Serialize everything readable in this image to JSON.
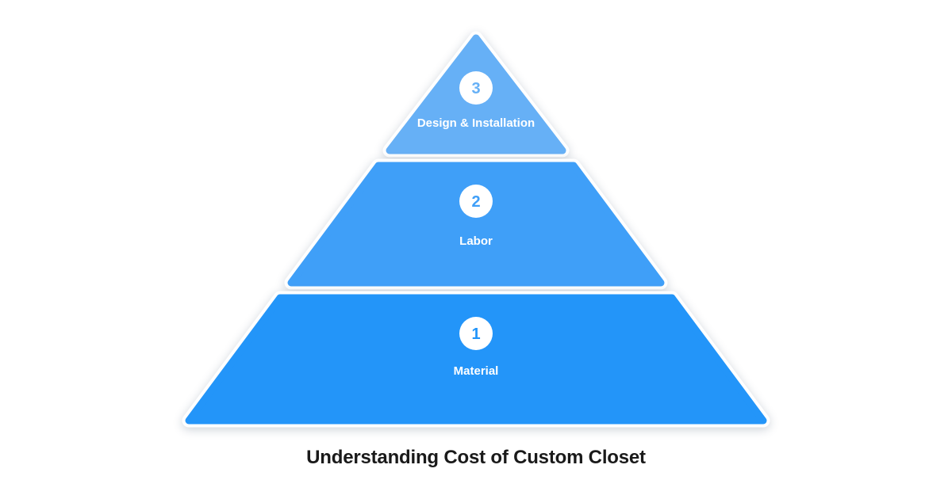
{
  "title": "Understanding Cost of Custom Closet",
  "title_color": "#1a1a1a",
  "background_color": "#ffffff",
  "pyramid": {
    "outline_color": "#ffffff",
    "badge_background": "#ffffff",
    "label_color": "#ffffff",
    "levels": [
      {
        "number": "3",
        "label": "Design & Installation",
        "color": "#66b0f6"
      },
      {
        "number": "2",
        "label": "Labor",
        "color": "#3f9ff8"
      },
      {
        "number": "1",
        "label": "Material",
        "color": "#2395f9"
      }
    ]
  }
}
